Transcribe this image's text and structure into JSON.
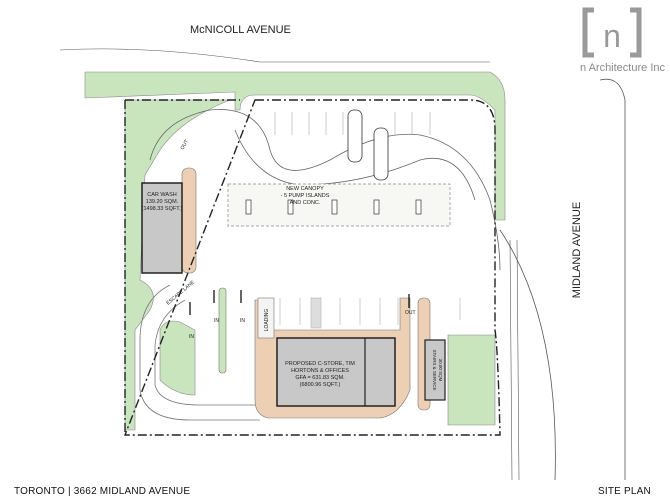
{
  "streets": {
    "north": "McNICOLL AVENUE",
    "east": "MIDLAND AVENUE"
  },
  "logo": {
    "mark": "n",
    "name": "n Architecture Inc"
  },
  "buildings": {
    "car_wash": {
      "line1": "CAR WASH",
      "line2": "139.20 SQM.",
      "line3": "(1498.33 SQFT.)"
    },
    "canopy": {
      "line1": "NEW CANOPY",
      "line2": "- 5 PUMP ISLANDS",
      "line3": "AND CONC."
    },
    "c_store": {
      "line1": "PROPOSED C-STORE, TIM",
      "line2": "HORTONS & OFFICES",
      "line3": "GFA = 631.83 SQM.",
      "line4": "(6800.96 SQFT.)"
    },
    "loading": "LOADING",
    "service": {
      "line1": "STAIRS & SERVICE",
      "line2": "30.00 SQM"
    }
  },
  "labels": {
    "escape_lane": "ESCAPE LANE",
    "in": "IN",
    "out": "OUT"
  },
  "footer": {
    "left": "TORONTO | 3662 MIDLAND AVENUE",
    "right": "SITE PLAN"
  },
  "colors": {
    "landscape": "#c9e5bd",
    "landscape_dark": "#a9d39a",
    "walkway": "#edcfb3",
    "building": "#c8c8c8",
    "logo": "#9a9a9a"
  }
}
